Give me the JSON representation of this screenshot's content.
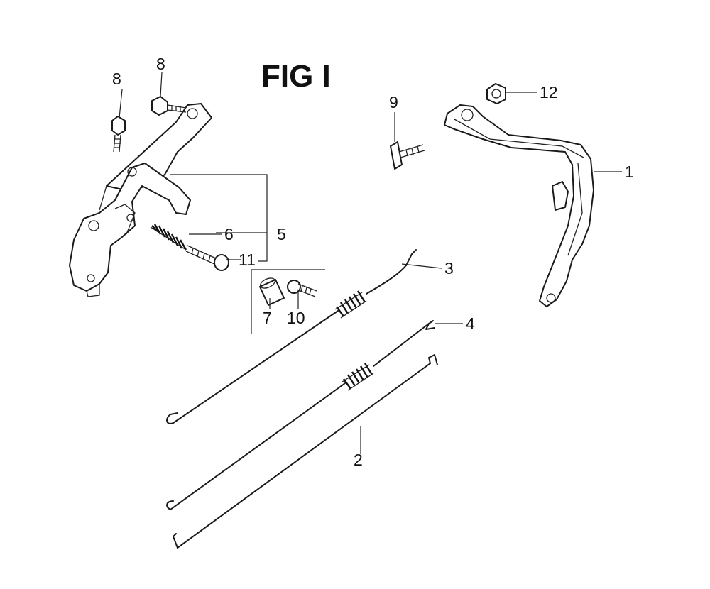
{
  "figure": {
    "title": "FIG I"
  },
  "callouts": {
    "c1": "1",
    "c2": "2",
    "c3": "3",
    "c4": "4",
    "c5": "5",
    "c6": "6",
    "c7": "7",
    "c8a": "8",
    "c8b": "8",
    "c9": "9",
    "c10": "10",
    "c11": "11",
    "c12": "12"
  }
}
